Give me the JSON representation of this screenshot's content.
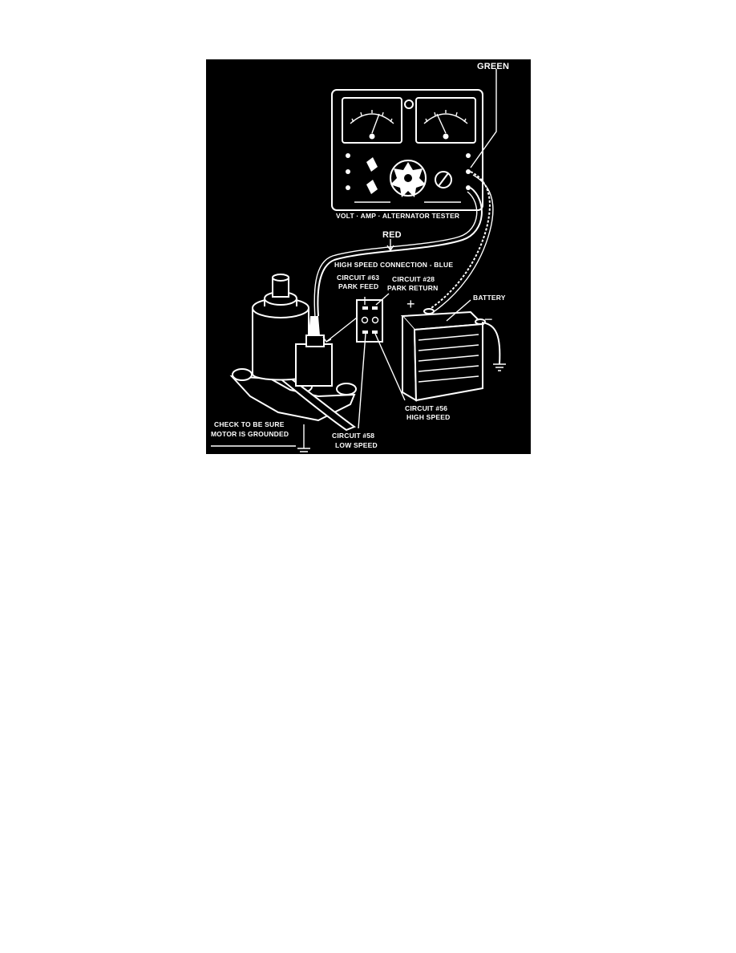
{
  "labels": {
    "green": "GREEN",
    "red": "RED",
    "tester": "VOLT · AMP · ALTERNATOR TESTER",
    "high_speed_connection": "HIGH SPEED CONNECTION - BLUE",
    "circuit_63": "CIRCUIT #63",
    "park_feed": "PARK FEED",
    "circuit_28": "CIRCUIT #28",
    "park_return": "PARK RETURN",
    "battery": "BATTERY",
    "plus": "+",
    "minus": "−",
    "circuit_56": "CIRCUIT #56",
    "high_speed": "HIGH SPEED",
    "circuit_58": "CIRCUIT #58",
    "low_speed": "LOW SPEED",
    "check_line1": "CHECK TO BE SURE",
    "check_line2": "MOTOR IS GROUNDED"
  },
  "colors": {
    "background": "#000000",
    "foreground": "#ffffff",
    "page": "#ffffff"
  }
}
